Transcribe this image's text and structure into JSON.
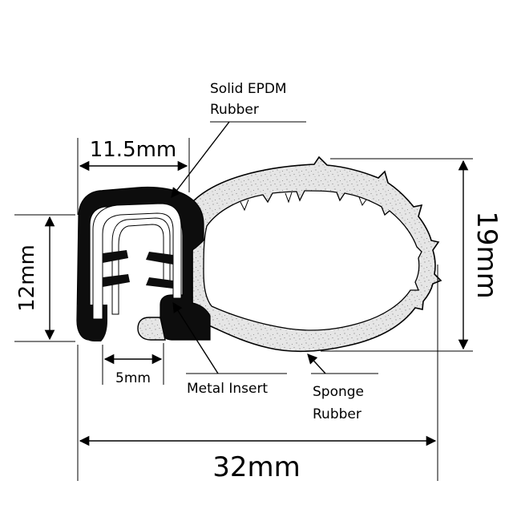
{
  "dimensions": {
    "top_width": "11.5mm",
    "left_height": "12mm",
    "right_height": "19mm",
    "gap_width": "5mm",
    "total_width": "32mm"
  },
  "callouts": {
    "solid_line1": "Solid EPDM",
    "solid_line2": "Rubber",
    "metal": "Metal Insert",
    "sponge_line1": "Sponge",
    "sponge_line2": "Rubber"
  },
  "colors": {
    "solid_rubber": "#0d0d0d",
    "sponge_fill": "#e6e6e6",
    "sponge_speckle": "#9a9a9a",
    "metal_insert": "#ffffff"
  }
}
